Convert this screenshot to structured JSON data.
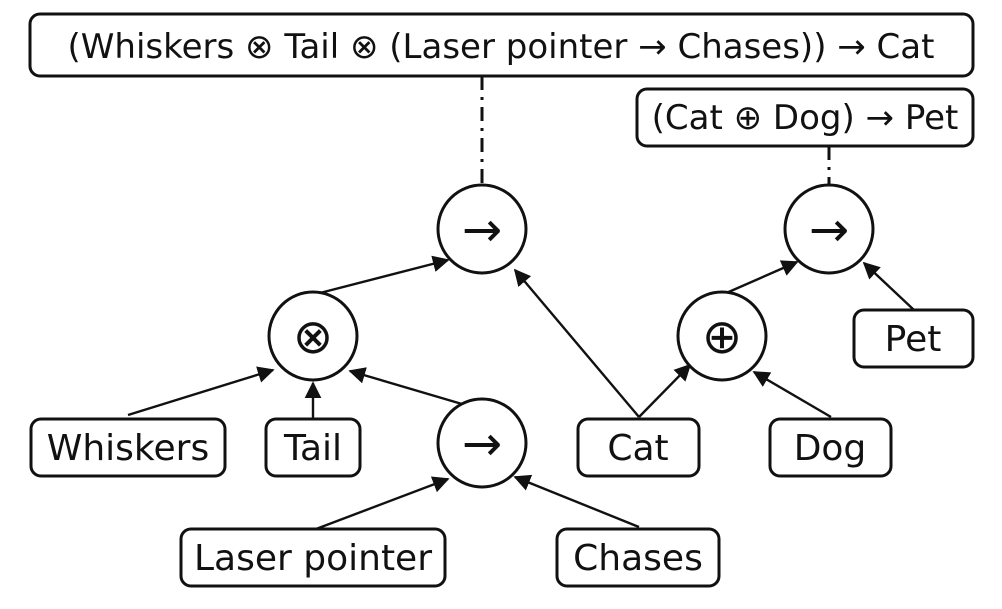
{
  "formulas": {
    "cat_rule": "(Whiskers ⊗ Tail ⊗ (Laser pointer → Chases)) → Cat",
    "pet_rule": "(Cat ⊕ Dog) → Pet"
  },
  "operators": {
    "implies_cat": "→",
    "tensor": "⊗",
    "implies_laser": "→",
    "implies_pet": "→",
    "oplus": "⊕"
  },
  "leaves": {
    "whiskers": "Whiskers",
    "tail": "Tail",
    "laser_pointer": "Laser pointer",
    "chases": "Chases",
    "cat": "Cat",
    "dog": "Dog",
    "pet": "Pet"
  },
  "colors": {
    "stroke": "#111111",
    "background": "#ffffff"
  }
}
